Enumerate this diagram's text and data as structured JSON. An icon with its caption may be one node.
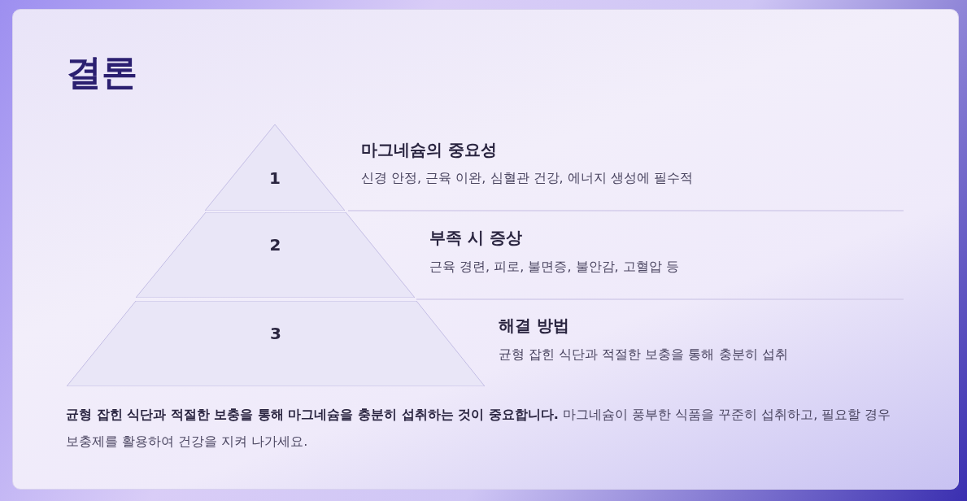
{
  "diagram": {
    "title": "결론",
    "nodes": [
      {
        "text": [
          "1"
        ],
        "beside": [
          "마그네슘의 중요성",
          "신경 안정, 근육 이완, 심혈관 건강, 에너지 생성에 필수적"
        ]
      },
      {
        "text": [
          "2"
        ],
        "beside": [
          "부족 시 증상",
          "근육 경련, 피로, 불면증, 불안감, 고혈압 등"
        ]
      },
      {
        "text": [
          "3"
        ],
        "beside": [
          "해결 방법",
          "균형 잡힌 식단과 적절한 보충을 통해 충분히 섭취"
        ]
      }
    ],
    "edges": [],
    "labels": [
      "**균형 잡힌 식단과 적절한 보충을 통해 마그네슘을 충분히 섭취하는 것이 중요합니다.** 마그네슘이 풍부한 식품을 꾸준히 섭취하고, 필요할 경우 보충제를 활용하여 건강을 지켜 나가세요."
    ]
  }
}
